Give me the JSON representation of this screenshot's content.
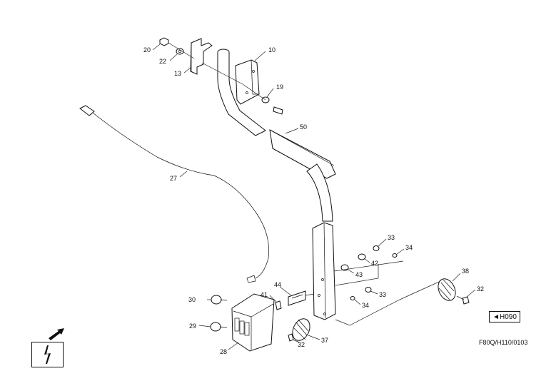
{
  "callouts": {
    "p20": "20",
    "p22": "22",
    "p13": "13",
    "p10": "10",
    "p19": "19",
    "p50": "50",
    "p27": "27",
    "p33a": "33",
    "p34a": "34",
    "p42": "42",
    "p43": "43",
    "p44": "44",
    "p41": "41",
    "p33b": "33",
    "p34b": "34",
    "p38": "38",
    "p32a": "32",
    "p30": "30",
    "p29": "29",
    "p28": "28",
    "p32b": "32",
    "p37": "37"
  },
  "ref_label": "◄H090",
  "drawing_code": "F80Q/H110/0103",
  "icons": [
    "arrow-icon",
    "electric-warning-icon"
  ]
}
